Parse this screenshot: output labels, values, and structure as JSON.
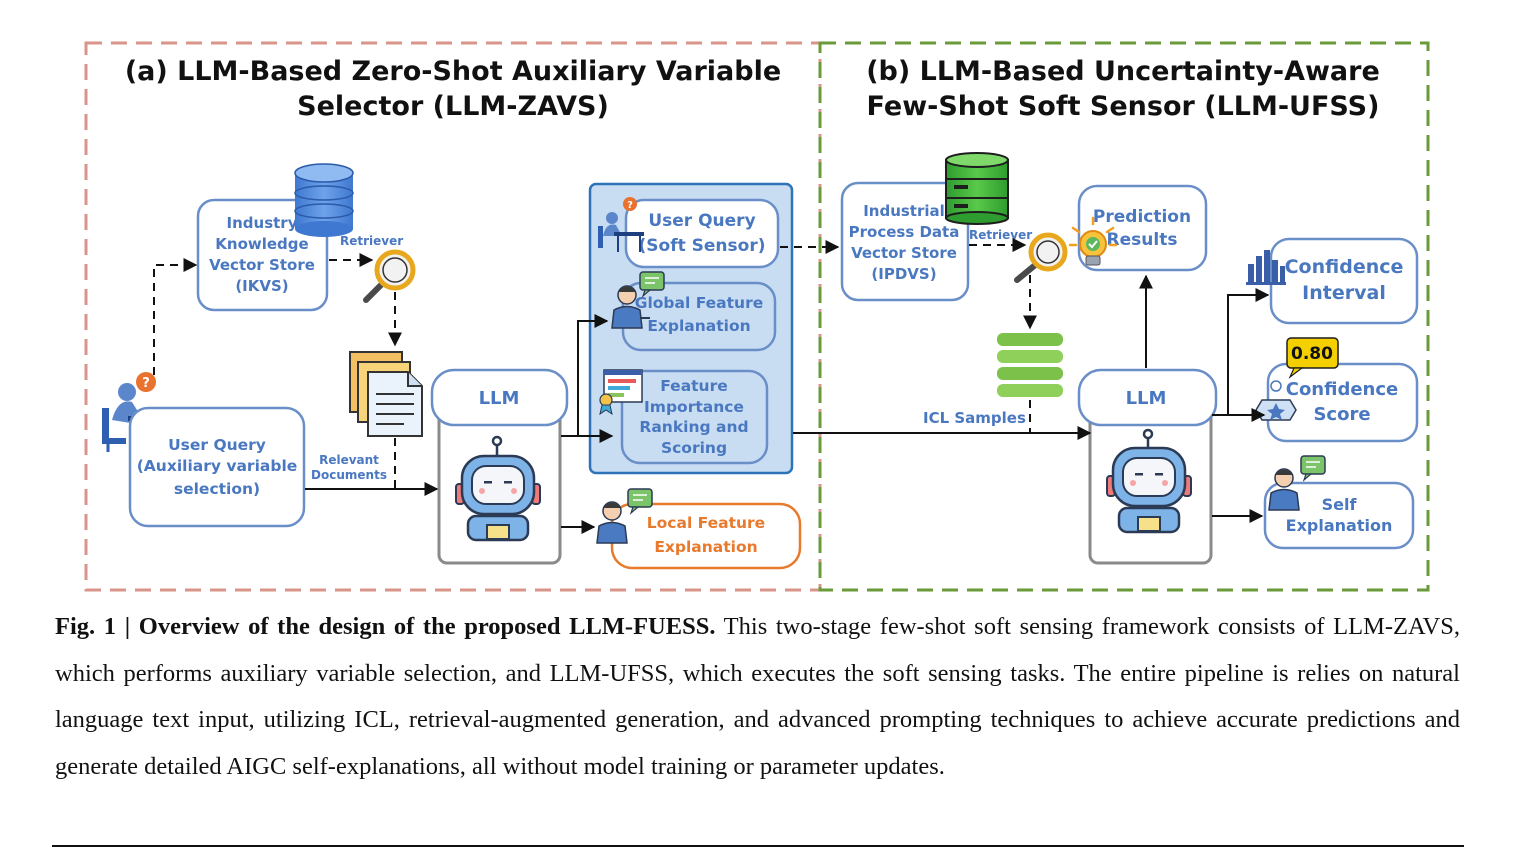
{
  "panels": {
    "a": {
      "title_line1": "(a) LLM-Based Zero-Shot Auxiliary Variable",
      "title_line2": "Selector (LLM-ZAVS)"
    },
    "b": {
      "title_line1": "(b) LLM-Based Uncertainty-Aware",
      "title_line2": "Few-Shot Soft Sensor (LLM-UFSS)"
    }
  },
  "nodes": {
    "ikvs": [
      "Industry",
      "Knowledge",
      "Vector Store",
      "(IKVS)"
    ],
    "user_query_a": [
      "User Query",
      "(Auxiliary variable",
      "selection)"
    ],
    "llm_a": "LLM",
    "user_query_b": [
      "User Query",
      "(Soft Sensor)"
    ],
    "global_feature": [
      "Global Feature",
      "Explanation"
    ],
    "feature_importance": [
      "Feature",
      "Importance",
      "Ranking and",
      "Scoring"
    ],
    "local_feature": [
      "Local Feature",
      "Explanation"
    ],
    "ipdvs": [
      "Industrial",
      "Process Data",
      "Vector Store",
      "(IPDVS)"
    ],
    "prediction": [
      "Prediction",
      "Results"
    ],
    "llm_b": "LLM",
    "confidence_interval": [
      "Confidence",
      "Interval"
    ],
    "confidence_score": [
      "Confidence",
      "Score"
    ],
    "self_explanation": [
      "Self",
      "Explanation"
    ]
  },
  "labels": {
    "retriever_a": "Retriever",
    "retriever_b": "Retriever",
    "relevant_documents": [
      "Relevant",
      "Documents"
    ],
    "icl_samples": "ICL Samples",
    "score_badge": "0.80"
  },
  "caption": {
    "bold": "Fig. 1 | Overview of the design of the proposed LLM-FUESS.",
    "body": " This two-stage few-shot soft sensing framework consists of LLM-ZAVS, which performs auxiliary variable selection, and LLM-UFSS, which executes the soft sensing tasks. The entire pipeline is relies on natural language text input, utilizing ICL, retrieval-augmented generation, and advanced prompting techniques to achieve accurate predictions and generate detailed AIGC self-explanations, all without model training or parameter updates."
  },
  "colors": {
    "panel_a_border": "#d9958a",
    "panel_b_border": "#6a9a3a",
    "node_text": "#4a78c0",
    "node_border": "#6a8fc8",
    "highlight_fill": "#c8dcf2",
    "highlight_border": "#2e73b8",
    "local_feature": "#e87a2e",
    "llm_border": "#8a8a8a",
    "title_text": "#111111"
  }
}
